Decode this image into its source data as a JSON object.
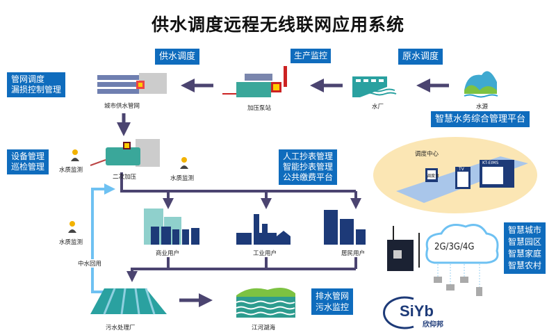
{
  "title": "供水调度远程无线联网应用系统",
  "tags": {
    "supply_dispatch": "供水调度",
    "production_monitor": "生产监控",
    "raw_water_dispatch": "原水调度",
    "pipe_network": "管网调度\n漏损控制管理",
    "equipment": "设备管理\n巡检管理",
    "platform": "智慧水务综合管理平台",
    "metering": "人工抄表管理\n智能抄表管理\n公共缴费平台",
    "smart": "智慧城市\n智慧园区\n智慧家庭\n智慧农村",
    "drainage": "排水管网\n污水监控"
  },
  "nodes": {
    "city_pipe": "城市供水管网",
    "pump_station": "加压泵站",
    "water_plant": "水厂",
    "water_source": "水源",
    "secondary": "二次加压",
    "quality1": "水质监测",
    "quality2": "水质监测",
    "quality3": "水质监测",
    "commercial": "商业用户",
    "industrial": "工业用户",
    "residential": "居民用户",
    "reuse": "中水回用",
    "sewage": "污水处理厂",
    "rivers": "江河湖海",
    "control_center": "调度中心",
    "console": "调度台",
    "tv": "TV",
    "ems": "KT-EIMS",
    "network": "2G/3G/4G"
  },
  "logo": {
    "mark": "SiYb",
    "name": "欣仰邦"
  },
  "colors": {
    "tag": "#0f6cbd",
    "arrow": "#4b4470",
    "reuse_arrow": "#6ec1f2",
    "ellipse": "#fbe6b4",
    "teal": "#3aa79a",
    "navy": "#1d3a78"
  }
}
